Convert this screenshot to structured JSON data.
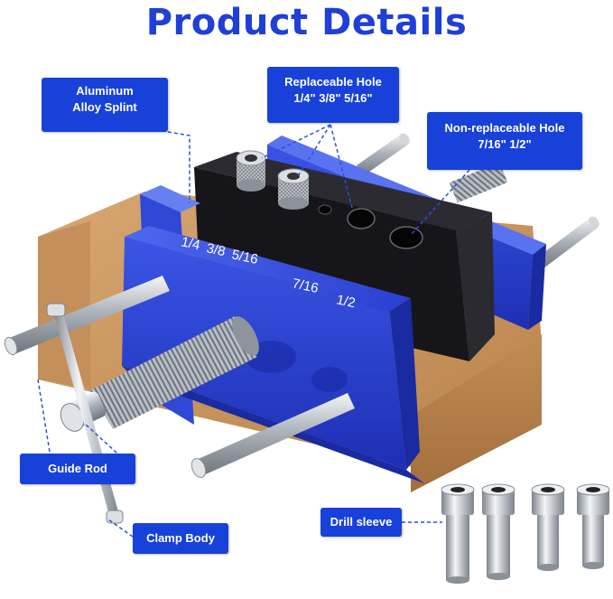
{
  "title": "Product Details",
  "labels": {
    "aluminum": [
      "Aluminum",
      "Alloy Splint"
    ],
    "replaceable": [
      "Replaceable Hole",
      "1/4\"  3/8\"  5/16\""
    ],
    "nonreplaceable": [
      "Non-replaceable Hole",
      "7/16\"   1/2\""
    ],
    "guide_rod": "Guide Rod",
    "clamp_body": "Clamp Body",
    "drill_sleeve": "Drill sleeve"
  },
  "etched_sizes": [
    "1/4",
    "3/8",
    "5/16",
    "7/16",
    "1/2"
  ],
  "colors": {
    "accent": "#1741d9",
    "jig_blue": "#2a3fd0",
    "wood": "#c99560",
    "black_block": "#1b1b1f",
    "steel": "#c9cdd2"
  }
}
